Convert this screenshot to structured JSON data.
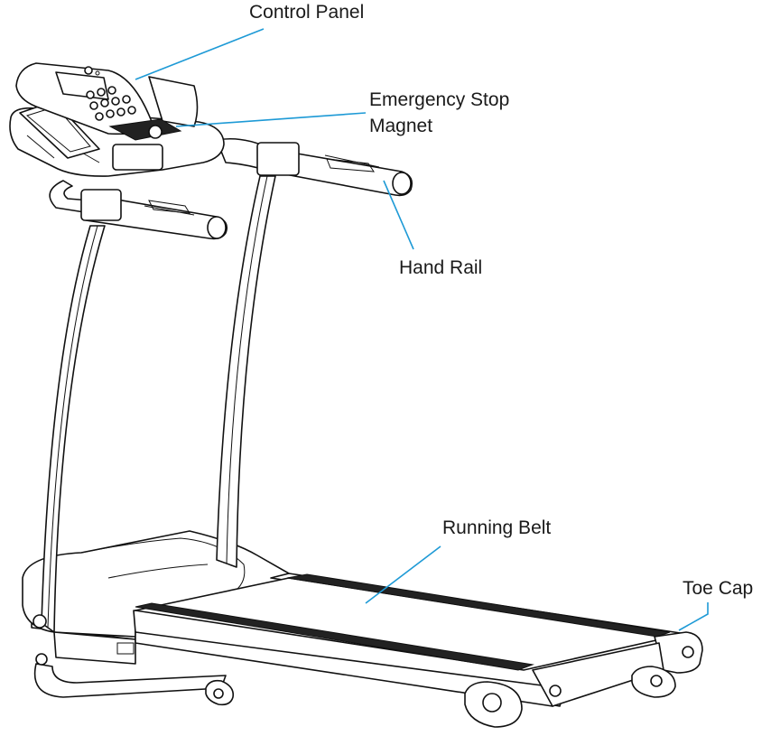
{
  "labels": {
    "control_panel": "Control Panel",
    "emergency_stop_line1": "Emergency Stop",
    "emergency_stop_line2": "Magnet",
    "hand_rail": "Hand Rail",
    "running_belt": "Running Belt",
    "toe_cap": "Toe Cap"
  },
  "colors": {
    "leader_line": "#1e9ad6",
    "outline": "#111111",
    "belt": "#222222",
    "background": "#ffffff"
  }
}
